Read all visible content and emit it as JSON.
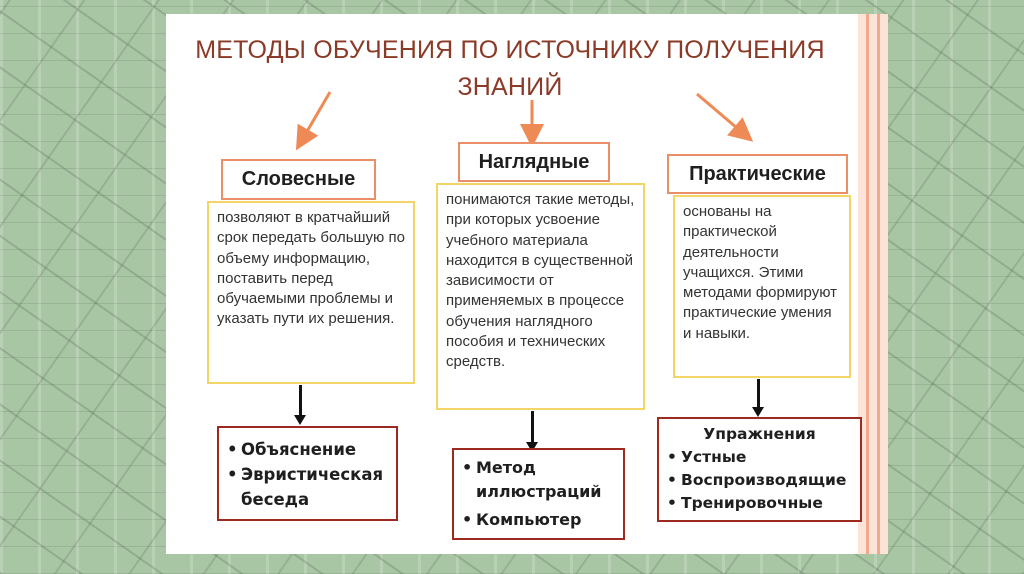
{
  "title": "МЕТОДЫ ОБУЧЕНИЯ ПО ИСТОЧНИКУ ПОЛУЧЕНИЯ ЗНАНИЙ",
  "columns": [
    {
      "heading": "Словесные",
      "description": "позволяют в кратчайший срок передать большую по объему информацию, поставить перед обучаемыми проблемы и указать пути их решения.",
      "items": [
        "Объяснение",
        "Эвристическая беседа"
      ]
    },
    {
      "heading": "Наглядные",
      "description": "понимаются такие методы, при которых усвоение учебного материала находится в существенной зависимости от применяемых в процессе обучения наглядного пособия и технических средств.",
      "items": [
        "Метод иллюстраций",
        "Компьютер"
      ]
    },
    {
      "heading": "Практические",
      "description": "основаны на практической деятельности учащихся. Этими методами формируют практические умения и навыки.",
      "list_title": "Упражнения",
      "items": [
        "Устные",
        "Воспроизводящие",
        "Тренировочные"
      ]
    }
  ],
  "bullet_symbol": "•",
  "colors": {
    "title": "#8a3a26",
    "heading_border": "#ea8f67",
    "description_border": "#f2d565",
    "list_border": "#9c2a1e",
    "arrow": "#ee8a55"
  }
}
